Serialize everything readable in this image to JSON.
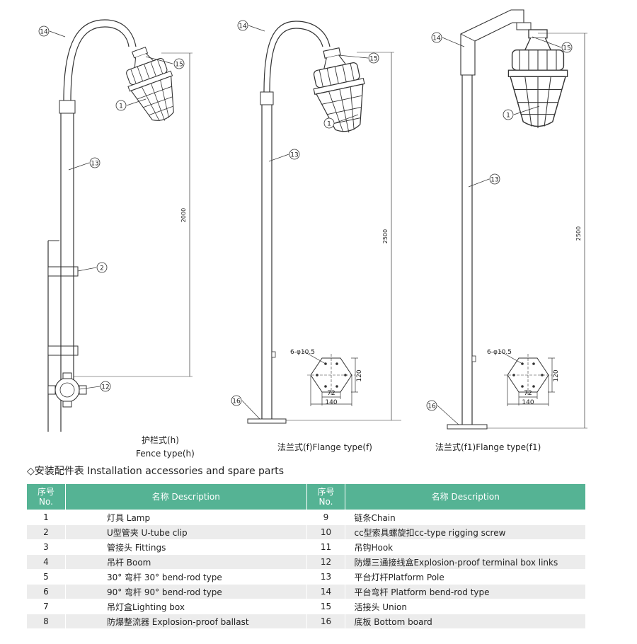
{
  "callouts": [
    "1",
    "2",
    "12",
    "13",
    "14",
    "15",
    "16"
  ],
  "dimensions": {
    "height_h": "2000",
    "height_f": "2500",
    "height_f1": "2500",
    "holes": "6-φ10.5",
    "d120": "120",
    "d72": "72",
    "d140": "140"
  },
  "captions": {
    "h_cn": "护栏式(h)",
    "h_en": "Fence type(h)",
    "f": "法兰式(f)Flange type(f)",
    "f1": "法兰式(f1)Flange type(f1)"
  },
  "section_title": "◇安装配件表 Installation accessories and spare parts",
  "table": {
    "header_no": [
      "序号",
      "No."
    ],
    "header_desc": "名称 Description",
    "rows": [
      [
        "1",
        "灯具 Lamp",
        "9",
        "链条Chain"
      ],
      [
        "2",
        "U型管夹 U-tube clip",
        "10",
        "cc型索具螺旋扣cc-type rigging screw"
      ],
      [
        "3",
        "管接头 Fittings",
        "11",
        "吊钩Hook"
      ],
      [
        "4",
        "吊杆 Boom",
        "12",
        "防爆三通接线盒Explosion-proof terminal box links"
      ],
      [
        "5",
        "30° 弯杆 30° bend-rod type",
        "13",
        "平台灯杆Platform Pole"
      ],
      [
        "6",
        "90° 弯杆 90° bend-rod type",
        "14",
        "平台弯杆 Platform bend-rod type"
      ],
      [
        "7",
        "吊灯盒Lighting box",
        "15",
        "活接头 Union"
      ],
      [
        "8",
        "防爆整流器 Explosion-proof ballast",
        "16",
        "底板 Bottom board"
      ]
    ]
  },
  "colors": {
    "header_bg": "#55b394",
    "stripe": "#ececec",
    "line": "#333333"
  }
}
